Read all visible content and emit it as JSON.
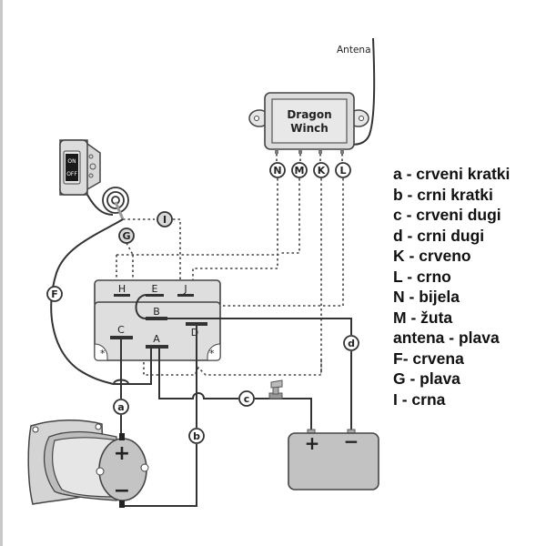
{
  "diagram": {
    "antenna_label": "Antena",
    "receiver": {
      "line1": "Dragon",
      "line2": "Winch"
    },
    "receiver_terminals": [
      "N",
      "M",
      "K",
      "L"
    ],
    "switch": {
      "on_label": "ON",
      "off_label": "OFF"
    },
    "contactor_terminals": {
      "H": "H",
      "E": "E",
      "J": "J",
      "B": "B",
      "C": "C",
      "A": "A",
      "D": "D",
      "star": "*"
    },
    "wire_tags": {
      "I": "I",
      "G": "G",
      "F": "F",
      "a": "a",
      "b": "b",
      "c": "c",
      "d": "d"
    },
    "motor": {
      "plus": "+",
      "minus": "−"
    },
    "battery": {
      "plus": "+",
      "minus": "−"
    }
  },
  "legend": [
    "a - crveni kratki",
    "b - crni kratki",
    "c - crveni dugi",
    "d - crni dugi",
    "K - crveno",
    "L - crno",
    "N - bijela",
    "M - žuta",
    "antena - plava",
    "F- crvena",
    "G - plava",
    "I - crna"
  ]
}
